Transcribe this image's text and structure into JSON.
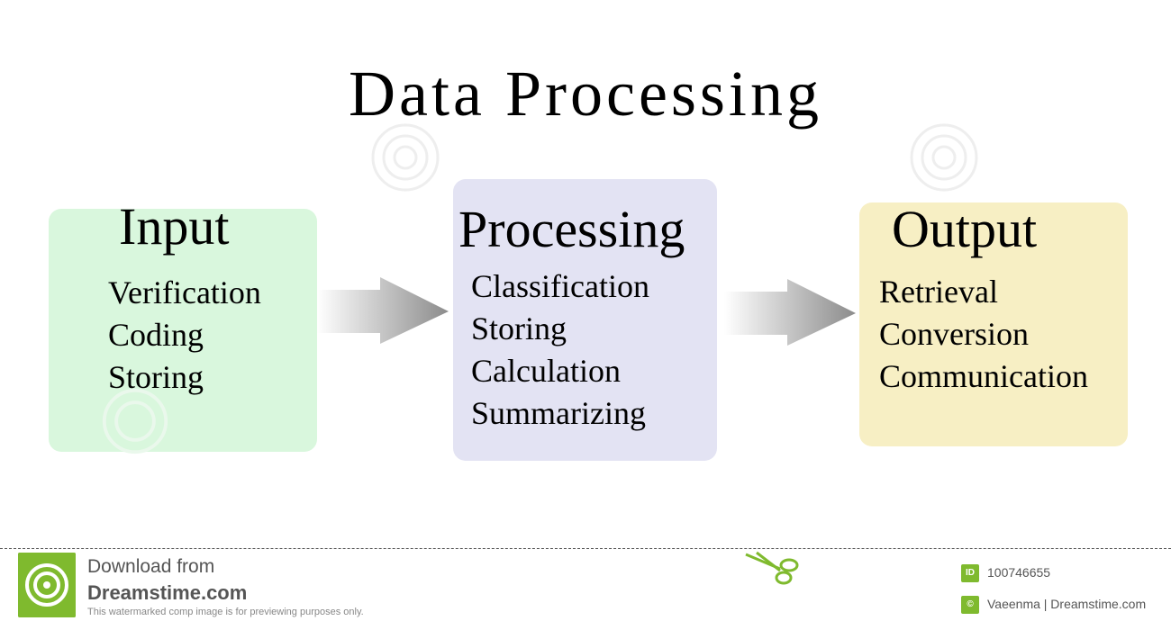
{
  "title": "Data Processing",
  "boxes": {
    "input": {
      "heading": "Input",
      "items": [
        "Verification",
        "Coding",
        "Storing"
      ],
      "color": "#d9f7dd"
    },
    "processing": {
      "heading": "Processing",
      "items": [
        "Classification",
        "Storing",
        "Calculation",
        "Summarizing"
      ],
      "color": "#e3e3f3"
    },
    "output": {
      "heading": "Output",
      "items": [
        "Retrieval",
        "Conversion",
        "Communication"
      ],
      "color": "#f7efc4"
    }
  },
  "footer": {
    "download_line": "Download from",
    "site_name": "Dreamstime.com",
    "disclaimer": "This watermarked comp image is for previewing purposes only.",
    "id_badge": "ID",
    "image_id": "100746655",
    "credit_badge": "©",
    "credit": "Vaeenma | Dreamstime.com",
    "accent_color": "#7fba2e"
  },
  "icons": [
    "dreamstime-logo-icon",
    "scissors-icon",
    "arrow-right-icon"
  ]
}
